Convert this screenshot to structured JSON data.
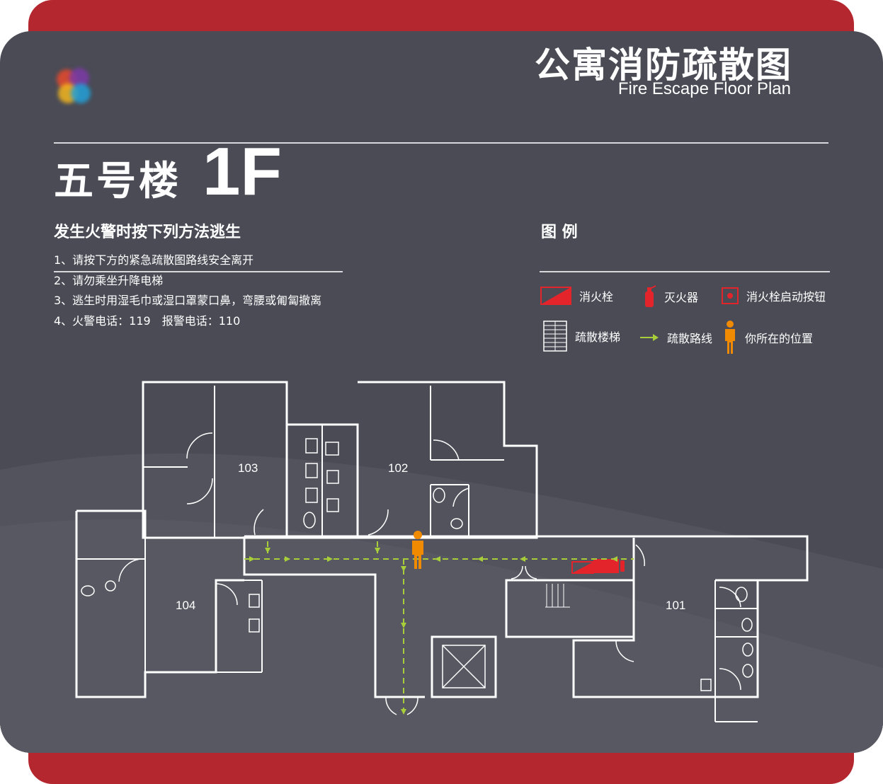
{
  "title": "公寓消防疏散图",
  "subtitle": "Fire Escape Floor Plan",
  "building": {
    "name": "五号楼",
    "floor": "1F"
  },
  "instructions": {
    "heading": "发生火警时按下列方法逃生",
    "items": [
      "1、请按下方的紧急疏散图路线安全离开",
      "2、请勿乘坐升降电梯",
      "3、逃生时用湿毛巾或湿口罩蒙口鼻，弯腰或匍匐撤离",
      "4、火警电话：119　报警电话：110"
    ]
  },
  "legend": {
    "heading": "图 例",
    "items": [
      {
        "label": "消火栓",
        "icon": "fire-hydrant-icon"
      },
      {
        "label": "灭火器",
        "icon": "fire-extinguisher-icon"
      },
      {
        "label": "消火栓启动按钮",
        "icon": "hydrant-button-icon"
      },
      {
        "label": "疏散楼梯",
        "icon": "stairs-icon"
      },
      {
        "label": "疏散路线",
        "icon": "arrow-right-icon"
      },
      {
        "label": "你所在的位置",
        "icon": "person-icon"
      }
    ]
  },
  "rooms": [
    "103",
    "102",
    "104",
    "101"
  ],
  "colors": {
    "panel": "#4a4b55",
    "band": "#b5272f",
    "route": "#a8cf3a",
    "hydrant": "#e3242b",
    "you_are_here": "#f08a00",
    "walls": "#ffffff"
  }
}
